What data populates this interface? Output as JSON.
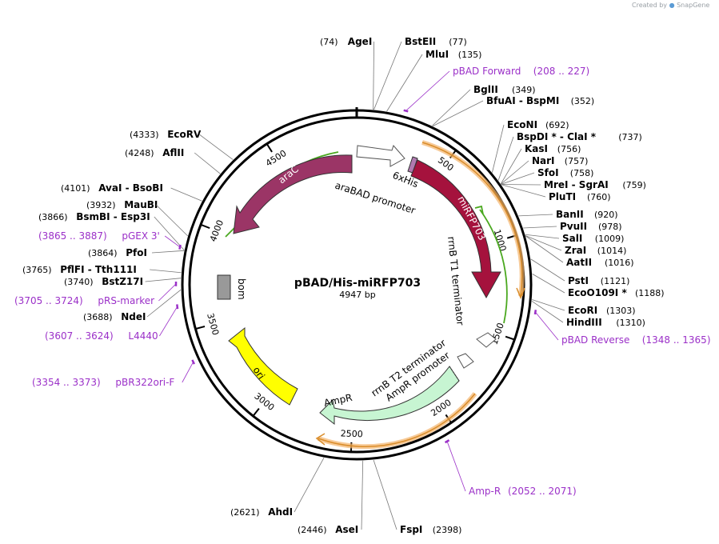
{
  "credit": {
    "prefix": "Created by",
    "brand": "SnapGene"
  },
  "plasmid": {
    "name": "pBAD/His-miRFP703",
    "size_label": "4947 bp",
    "length": 4947
  },
  "ticks": [
    "500",
    "1000",
    "1500",
    "2000",
    "2500",
    "3000",
    "3500",
    "4000",
    "4500"
  ],
  "features": [
    {
      "name": "araC",
      "label": "araC",
      "color": "#9b3566"
    },
    {
      "name": "araBAD promoter",
      "label": "araBAD promoter",
      "color": "#ffffff"
    },
    {
      "name": "6xHis",
      "label": "6xHis",
      "color": "#b07ab0"
    },
    {
      "name": "miRFP703",
      "label": "miRFP703",
      "color": "#a5123d"
    },
    {
      "name": "rrnB T1 terminator",
      "label": "rrnB T1 terminator",
      "color": "#ffffff"
    },
    {
      "name": "rrnB T2 terminator",
      "label": "rrnB T2 terminator",
      "color": "#ffffff"
    },
    {
      "name": "AmpR promoter",
      "label": "AmpR promoter",
      "color": "#c7f5d2"
    },
    {
      "name": "AmpR",
      "label": "AmpR",
      "color": "#c7f5d2"
    },
    {
      "name": "ori",
      "label": "ori",
      "color": "#ffff00"
    },
    {
      "name": "bom",
      "label": "bom",
      "color": "#999999"
    }
  ],
  "enzymes": [
    {
      "name": "AgeI",
      "pos": "(74)"
    },
    {
      "name": "BstEII",
      "pos": "(77)"
    },
    {
      "name": "MluI",
      "pos": "(135)"
    },
    {
      "name": "BglII",
      "pos": "(349)"
    },
    {
      "name": "BfuAI - BspMI",
      "pos": "(352)"
    },
    {
      "name": "EcoNI",
      "pos": "(692)"
    },
    {
      "name": "BspDI * - ClaI *",
      "pos": "(737)"
    },
    {
      "name": "KasI",
      "pos": "(756)"
    },
    {
      "name": "NarI",
      "pos": "(757)"
    },
    {
      "name": "SfoI",
      "pos": "(758)"
    },
    {
      "name": "MreI - SgrAI",
      "pos": "(759)"
    },
    {
      "name": "PluTI",
      "pos": "(760)"
    },
    {
      "name": "BanII",
      "pos": "(920)"
    },
    {
      "name": "PvuII",
      "pos": "(978)"
    },
    {
      "name": "SalI",
      "pos": "(1009)"
    },
    {
      "name": "ZraI",
      "pos": "(1014)"
    },
    {
      "name": "AatII",
      "pos": "(1016)"
    },
    {
      "name": "PstI",
      "pos": "(1121)"
    },
    {
      "name": "EcoO109I *",
      "pos": "(1188)"
    },
    {
      "name": "EcoRI",
      "pos": "(1303)"
    },
    {
      "name": "HindIII",
      "pos": "(1310)"
    },
    {
      "name": "FspI",
      "pos": "(2398)"
    },
    {
      "name": "AseI",
      "pos": "(2446)"
    },
    {
      "name": "AhdI",
      "pos": "(2621)"
    },
    {
      "name": "NdeI",
      "pos": "(3688)"
    },
    {
      "name": "BstZ17I",
      "pos": "(3740)"
    },
    {
      "name": "PflFI - Tth111I",
      "pos": "(3765)"
    },
    {
      "name": "PfoI",
      "pos": "(3864)"
    },
    {
      "name": "BsmBI - Esp3I",
      "pos": "(3866)"
    },
    {
      "name": "MauBI",
      "pos": "(3932)"
    },
    {
      "name": "AvaI - BsoBI",
      "pos": "(4101)"
    },
    {
      "name": "AflII",
      "pos": "(4248)"
    },
    {
      "name": "EcoRV",
      "pos": "(4333)"
    }
  ],
  "primers": [
    {
      "name": "pBAD Forward",
      "range": "(208 .. 227)"
    },
    {
      "name": "pBAD Reverse",
      "range": "(1348 .. 1365)"
    },
    {
      "name": "Amp-R",
      "range": "(2052 .. 2071)"
    },
    {
      "name": "pBR322ori-F",
      "range": "(3354 .. 3373)"
    },
    {
      "name": "L4440",
      "range": "(3607 .. 3624)"
    },
    {
      "name": "pRS-marker",
      "range": "(3705 .. 3724)"
    },
    {
      "name": "pGEX 3'",
      "range": "(3865 .. 3887)"
    }
  ],
  "colors": {
    "primer": "#9b30c8",
    "orf_highlight": "#f4a460",
    "backbone": "#000000"
  }
}
